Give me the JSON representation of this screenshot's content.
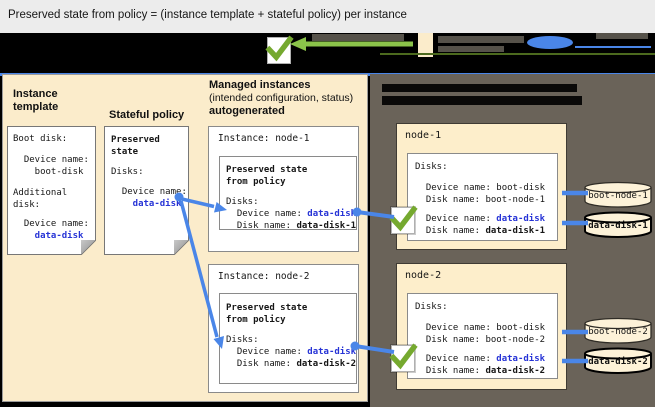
{
  "title": "Preserved state from policy = (instance template + stateful policy) per instance",
  "left_panel": {
    "instance_template": {
      "heading": "Instance template",
      "card": {
        "boot_disk_label": "Boot disk:",
        "boot_device_label": "  Device name:",
        "boot_device_value": "    boot-disk",
        "additional_1": "Additional",
        "additional_2": "disk:",
        "data_device_label": "  Device name:",
        "data_device_value": "    data-disk"
      }
    },
    "stateful_policy": {
      "heading": "Stateful policy",
      "card": {
        "preserved_1": "Preserved",
        "preserved_2": "state",
        "disks_label": "Disks:",
        "device_label": "  Device name:",
        "device_value": "    data-disk"
      }
    },
    "managed_instances": {
      "heading_line1": "Managed instances",
      "heading_line2": "(intended configuration, status)",
      "heading_line3": "autogenerated",
      "instances": [
        {
          "title": "Instance: node-1",
          "preserved_1": "Preserved state",
          "preserved_2": "from policy",
          "disks_label": "Disks:",
          "device_label": "  Device name: ",
          "device_value": "data-disk",
          "disk_label": "  Disk name: ",
          "disk_value": "data-disk-1"
        },
        {
          "title": "Instance: node-2",
          "preserved_1": "Preserved state",
          "preserved_2": "from policy",
          "disks_label": "Disks:",
          "device_label": "  Device name: ",
          "device_value": "data-disk",
          "disk_label": "  Disk name: ",
          "disk_value": "data-disk-2"
        }
      ]
    }
  },
  "right_panel": {
    "nodes": [
      {
        "name": "node-1",
        "disks_label": "Disks:",
        "boot_device_line": "  Device name: boot-disk",
        "boot_disk_line": "  Disk name: boot-node-1",
        "data_device_label": "  Device name: ",
        "data_device_value": "data-disk",
        "data_disk_label": "  Disk name: ",
        "data_disk_value": "data-disk-1"
      },
      {
        "name": "node-2",
        "disks_label": "Disks:",
        "boot_device_line": "  Device name: boot-disk",
        "boot_disk_line": "  Disk name: boot-node-2",
        "data_device_label": "  Device name: ",
        "data_device_value": "data-disk",
        "data_disk_label": "  Disk name: ",
        "data_disk_value": "data-disk-2"
      }
    ],
    "disks": [
      {
        "label": "boot-node-1"
      },
      {
        "label": "data-disk-1"
      },
      {
        "label": "boot-node-2"
      },
      {
        "label": "data-disk-2"
      }
    ]
  },
  "colors": {
    "accent_blue": "#4a86e8",
    "text_blue": "#2633d6",
    "check_green": "#75a92f",
    "arrow_green": "#8bc34a",
    "panel_cream": "#fbeccb",
    "panel_dark": "#6a6359"
  }
}
